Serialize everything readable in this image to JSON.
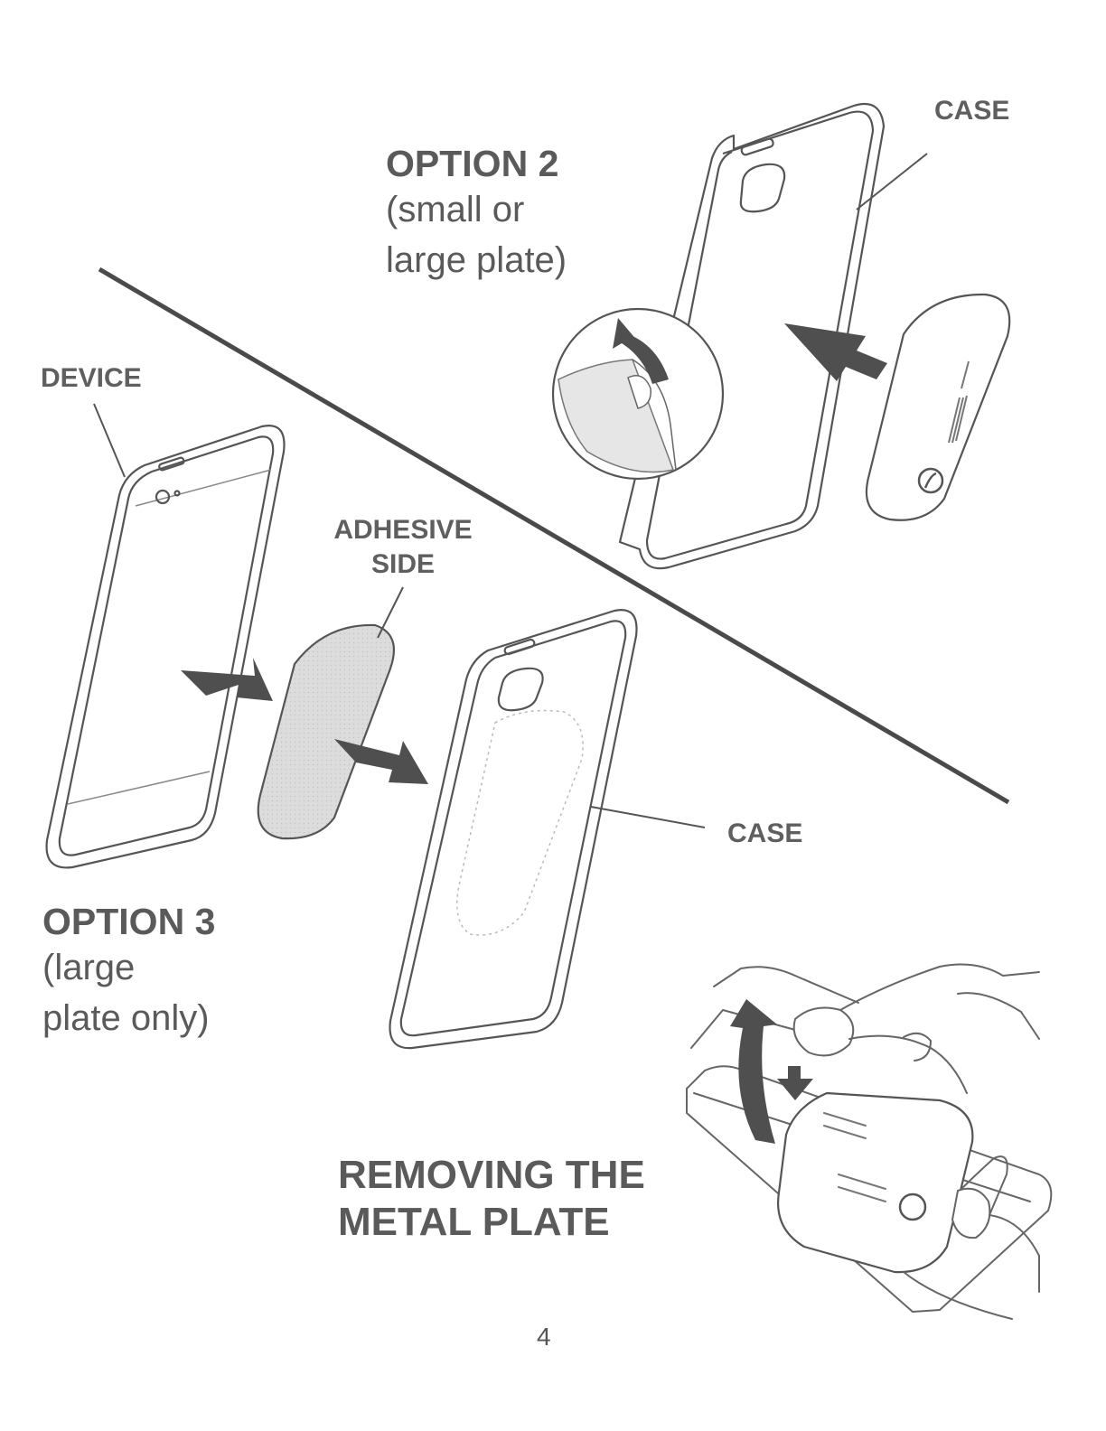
{
  "option2": {
    "title": "OPTION 2",
    "lines": [
      "(small or",
      "large plate)"
    ]
  },
  "option3": {
    "title": "OPTION 3",
    "lines": [
      "(large",
      "plate only)"
    ]
  },
  "labels": {
    "case_top": "CASE",
    "case_bottom": "CASE",
    "device": "DEVICE",
    "adhesive_line1": "ADHESIVE",
    "adhesive_line2": "SIDE"
  },
  "removing": {
    "line1": "REMOVING THE",
    "line2": "METAL PLATE"
  },
  "page_number": "4",
  "colors": {
    "ink": "#5a5a5a",
    "line": "#4a4a4a",
    "arrow": "#4f4f4f",
    "adhesive_fill": "#d9d9d9"
  },
  "icons": [
    "phone-case-icon",
    "device-phone-icon",
    "metal-plate-icon",
    "adhesive-plate-icon",
    "push-arrow-icon",
    "peel-arrow-icon",
    "hands-icon"
  ]
}
